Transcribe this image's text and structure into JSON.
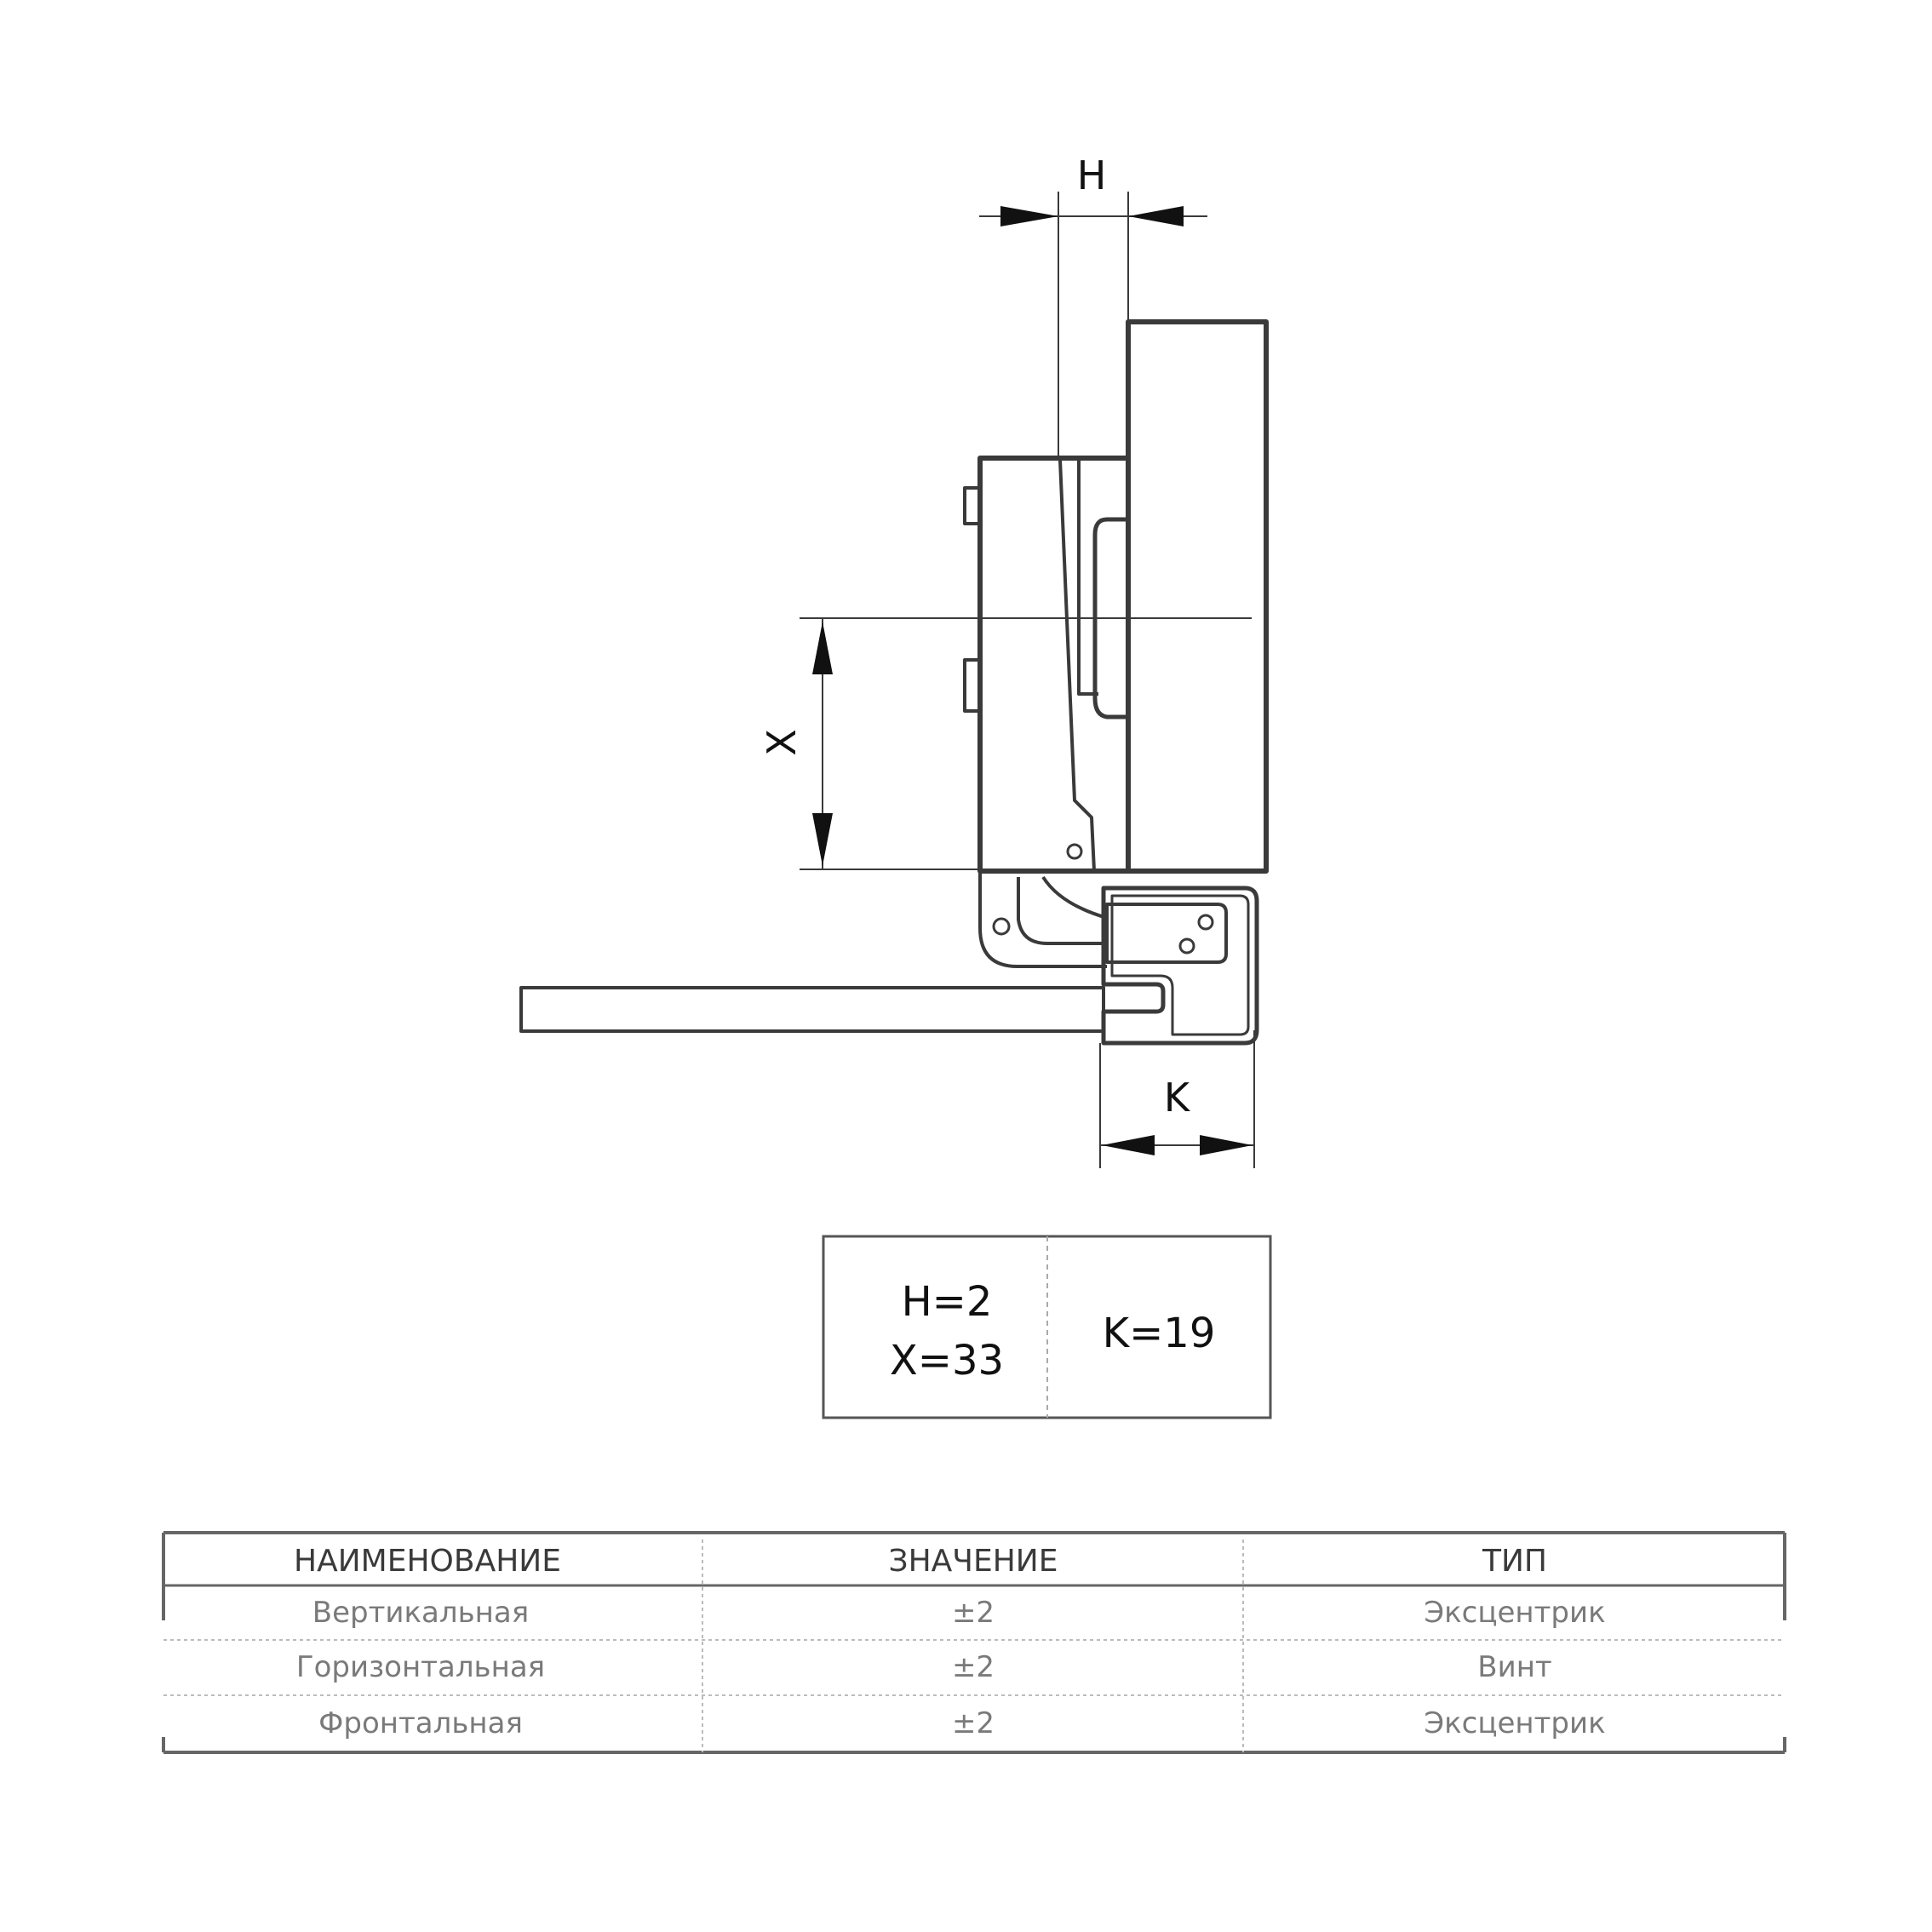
{
  "dimensions": {
    "h_label": "H",
    "x_label": "X",
    "k_label": "K"
  },
  "values_box": {
    "h_value": "H=2",
    "x_value": "X=33",
    "k_value": "K=19"
  },
  "adjust_table": {
    "headers": [
      "НАИМЕНОВАНИЕ",
      "ЗНАЧЕНИЕ",
      "ТИП"
    ],
    "rows": [
      [
        "Вертикальная",
        "±2",
        "Эксцентрик"
      ],
      [
        "Горизонтальная",
        "±2",
        "Винт"
      ],
      [
        "Фронтальная",
        "±2",
        "Эксцентрик"
      ]
    ]
  },
  "colors": {
    "line": "#3a3a3a",
    "text": "#111111",
    "muted_text": "#7a7a7a"
  }
}
